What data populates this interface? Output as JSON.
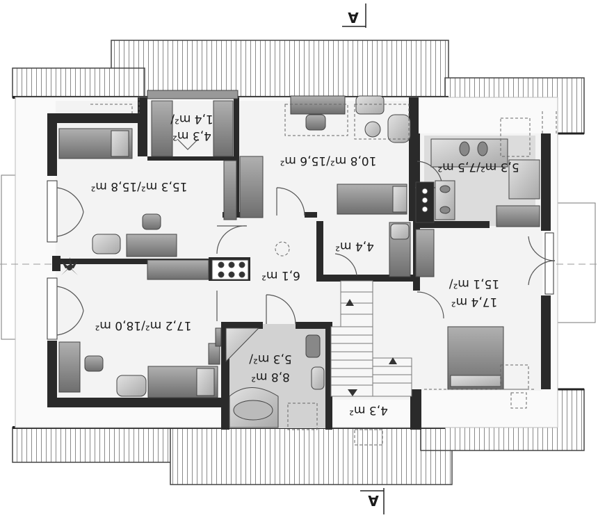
{
  "section_marks": {
    "top": "A",
    "bottom": "A"
  },
  "rooms": {
    "bedroom_top_left": "15,3 m²/15,8 m²",
    "wardrobe": "1,4 m²/",
    "wardrobe_2": "4,3 m²",
    "study": "10,8 m²/15,6 m²",
    "bathroom_right": "5,3 m²/7,5 m²",
    "utility": "4,4 m²",
    "hall": "6,1 m²",
    "bedroom_bottom_left": "17,2 m²/18,0 m²",
    "bathroom_center": "5,3 m²/",
    "bathroom_center_2": "8,8 m²",
    "bedroom_right": "15,1 m²/",
    "bedroom_right_2": "17,4 m²",
    "stair_landing": "4,3 m²"
  },
  "colors": {
    "wall": "#2a2a2a",
    "floor": "#f2f2f2",
    "roof": "#ffffff",
    "roof_hatch": "#7a7a7a",
    "furniture": "#8d8d8d",
    "furniture_light": "#c4c4c4"
  }
}
